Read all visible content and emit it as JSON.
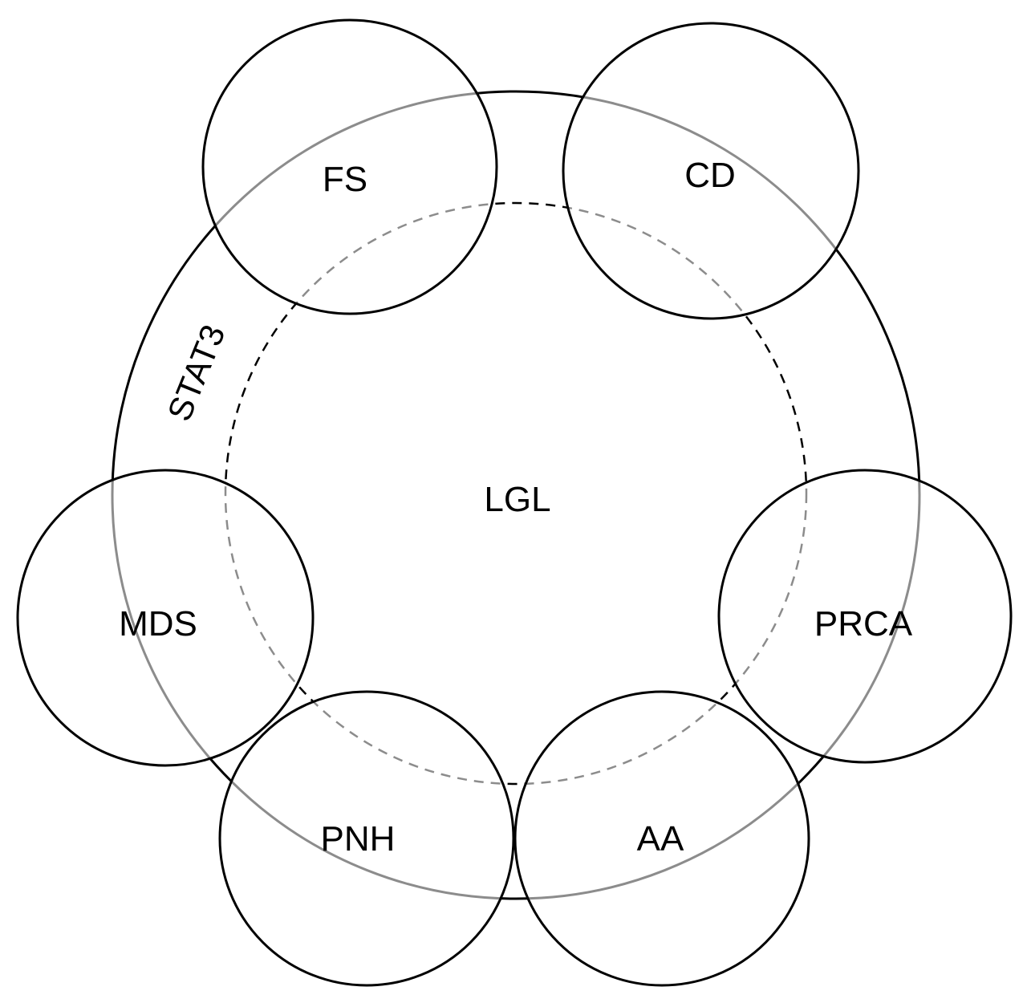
{
  "diagram": {
    "center_label": "LGL",
    "ring_label": "STAT3",
    "diseases": [
      {
        "id": "fs",
        "label": "FS"
      },
      {
        "id": "cd",
        "label": "CD"
      },
      {
        "id": "prca",
        "label": "PRCA"
      },
      {
        "id": "aa",
        "label": "AA"
      },
      {
        "id": "pnh",
        "label": "PNH"
      },
      {
        "id": "mds",
        "label": "MDS"
      }
    ]
  },
  "colors": {
    "stroke": "#000000",
    "background": "#ffffff"
  }
}
